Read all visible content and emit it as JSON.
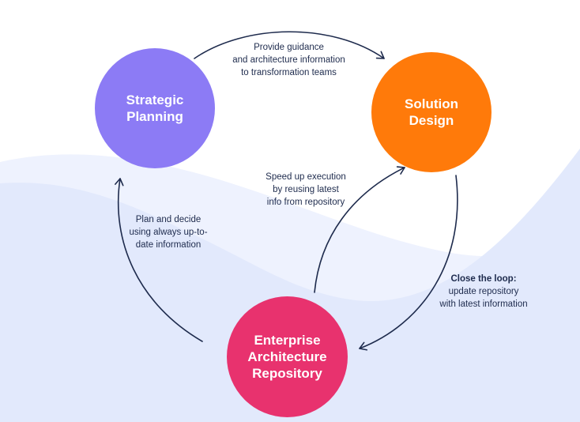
{
  "nodes": {
    "strategic": {
      "label": "Strategic\nPlanning",
      "color": "#8C7BF5"
    },
    "solution": {
      "label": "Solution\nDesign",
      "color": "#FF7A0A"
    },
    "repository": {
      "label": "Enterprise\nArchitecture\nRepository",
      "color": "#E8326E"
    }
  },
  "edges": {
    "guidance": {
      "lines": [
        "Provide guidance",
        "and architecture information",
        "to transformation teams"
      ]
    },
    "speed": {
      "lines": [
        "Speed up execution",
        "by reusing latest",
        "info from repository"
      ]
    },
    "plan": {
      "lines": [
        "Plan and decide",
        "using always up-to-",
        "date information"
      ]
    },
    "close": {
      "title": "Close the loop:",
      "lines": [
        "update repository",
        "with latest information"
      ]
    }
  },
  "colors": {
    "arrow": "#1E2B4D",
    "wave_back": "#EEF2FE",
    "wave_front": "#E2E9FC",
    "text": "#1E2B4D"
  }
}
